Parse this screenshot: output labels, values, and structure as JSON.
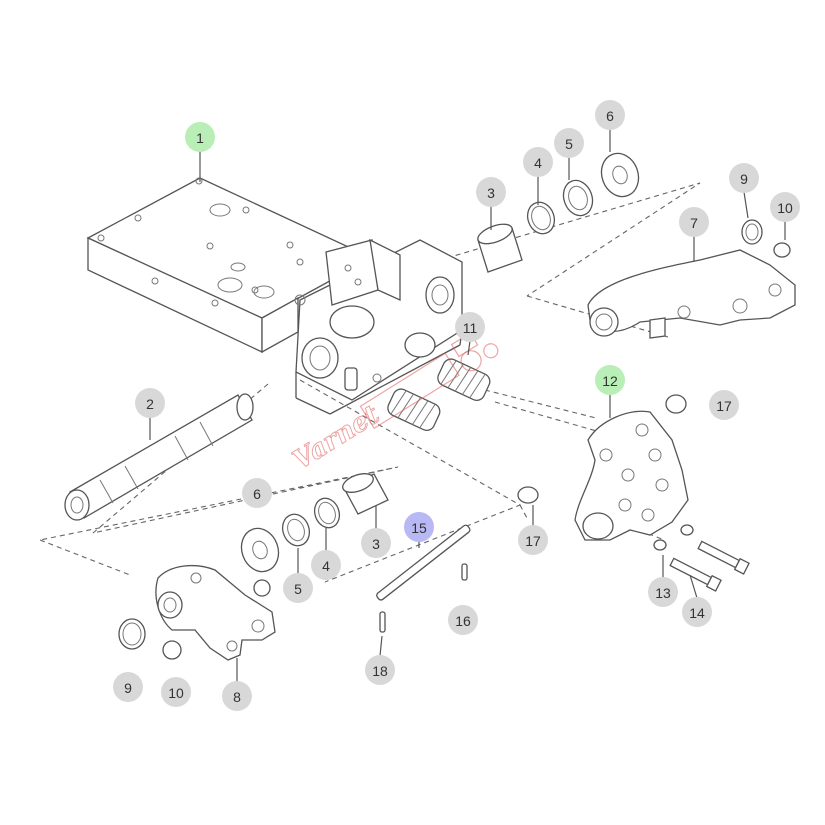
{
  "diagram": {
    "colors": {
      "default_callout": "#d8d8d8",
      "highlight_green": "#b9efb6",
      "highlight_blue": "#b8b8f5",
      "line": "#555555",
      "watermark": "#e05a5a"
    },
    "callouts": [
      {
        "label": "1",
        "highlight": "green"
      },
      {
        "label": "2",
        "highlight": "none"
      },
      {
        "label": "3",
        "highlight": "none"
      },
      {
        "label": "4",
        "highlight": "none"
      },
      {
        "label": "5",
        "highlight": "none"
      },
      {
        "label": "6",
        "highlight": "none"
      },
      {
        "label": "7",
        "highlight": "none"
      },
      {
        "label": "9",
        "highlight": "none"
      },
      {
        "label": "10",
        "highlight": "none"
      },
      {
        "label": "11",
        "highlight": "none"
      },
      {
        "label": "12",
        "highlight": "green"
      },
      {
        "label": "17",
        "highlight": "none"
      },
      {
        "label": "6",
        "highlight": "none"
      },
      {
        "label": "5",
        "highlight": "none"
      },
      {
        "label": "4",
        "highlight": "none"
      },
      {
        "label": "3",
        "highlight": "none"
      },
      {
        "label": "15",
        "highlight": "blue"
      },
      {
        "label": "17",
        "highlight": "none"
      },
      {
        "label": "13",
        "highlight": "none"
      },
      {
        "label": "14",
        "highlight": "none"
      },
      {
        "label": "16",
        "highlight": "none"
      },
      {
        "label": "9",
        "highlight": "none"
      },
      {
        "label": "10",
        "highlight": "none"
      },
      {
        "label": "8",
        "highlight": "none"
      },
      {
        "label": "18",
        "highlight": "none"
      }
    ],
    "watermark": {
      "text": "Varnet",
      "icon": "tractor-logo-watermark"
    }
  }
}
